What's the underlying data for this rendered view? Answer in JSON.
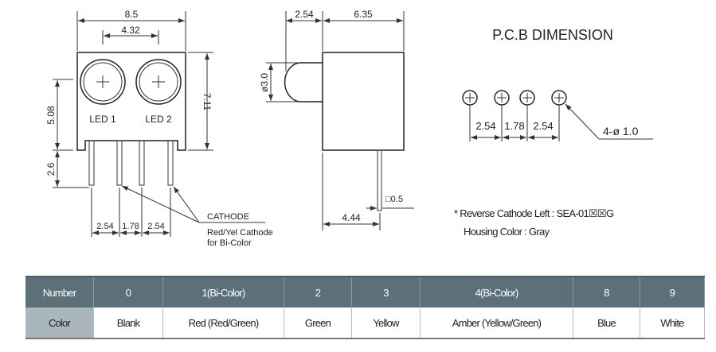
{
  "front_view": {
    "dim_width": "8.5",
    "dim_led_pitch": "4.32",
    "dim_height": "7.11",
    "dim_led_height": "5.08",
    "dim_pin_length": "2.6",
    "led1_label": "LED 1",
    "led2_label": "LED 2",
    "dim_pin_pitch_1": "2.54",
    "dim_pin_pitch_2": "1.78",
    "dim_pin_pitch_3": "2.54",
    "cathode_label": "CATHODE",
    "cathode_note_1": "Red/Yel Cathode",
    "cathode_note_2": "for Bi-Color"
  },
  "side_view": {
    "dim_dome": "2.54",
    "dim_body": "6.35",
    "dim_diameter": "ø3.0",
    "dim_pin": "□0.5",
    "dim_pin_offset": "4.44"
  },
  "pcb": {
    "title": "P.C.B DIMENSION",
    "dim_1": "2.54",
    "dim_2": "1.78",
    "dim_3": "2.54",
    "hole_label": "4-ø 1.0"
  },
  "notes": {
    "line1": "* Reverse Cathode Left : SEA-01☒☒G",
    "line2": "Housing Color : Gray"
  },
  "table": {
    "number_header": "Number",
    "color_header": "Color",
    "columns": [
      {
        "number": "0",
        "color": "Blank"
      },
      {
        "number": "1(Bi-Color)",
        "color": "Red (Red/Green)"
      },
      {
        "number": "2",
        "color": "Green"
      },
      {
        "number": "3",
        "color": "Yellow"
      },
      {
        "number": "4(Bi-Color)",
        "color": "Amber (Yellow/Green)"
      },
      {
        "number": "8",
        "color": "Blue"
      },
      {
        "number": "9",
        "color": "White"
      }
    ]
  }
}
